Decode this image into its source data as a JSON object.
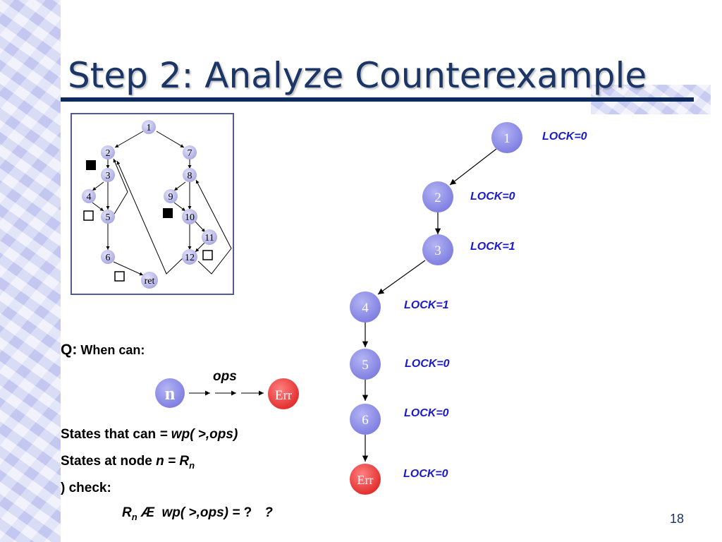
{
  "slide": {
    "title": "Step 2: Analyze Counterexample",
    "page_number": "18"
  },
  "mini_graph": {
    "nodes": [
      "1",
      "2",
      "3",
      "4",
      "5",
      "6",
      "7",
      "8",
      "9",
      "10",
      "11",
      "12",
      "ret"
    ]
  },
  "trace": {
    "nodes": [
      "1",
      "2",
      "3",
      "4",
      "5",
      "6",
      "Err"
    ],
    "locks": [
      "LOCK=0",
      "LOCK=0",
      "LOCK=1",
      "LOCK=1",
      "LOCK=0",
      "LOCK=0",
      "LOCK=0"
    ]
  },
  "question": {
    "prefix": "Q:",
    "text": "When can:",
    "node_label": "n",
    "ops_label": "ops",
    "err_label": "Err"
  },
  "lines": {
    "line1_plain": "States that can ",
    "line1_italic": "= wp( >,ops)",
    "line2_plain": "States at node ",
    "line2_italic": "n = R",
    "line2_sub": "n",
    "line3": ") check:",
    "line4_r": "R",
    "line4_sub": "n",
    "line4_rest": " Æ  wp( >,ops) = ",
    "line4_q1": "?",
    "line4_q2": "?"
  },
  "colors": {
    "title": "#1b3566",
    "node_fill": "#8a8ae6",
    "err_fill": "#e83030",
    "lock_text": "#1a1acc"
  }
}
